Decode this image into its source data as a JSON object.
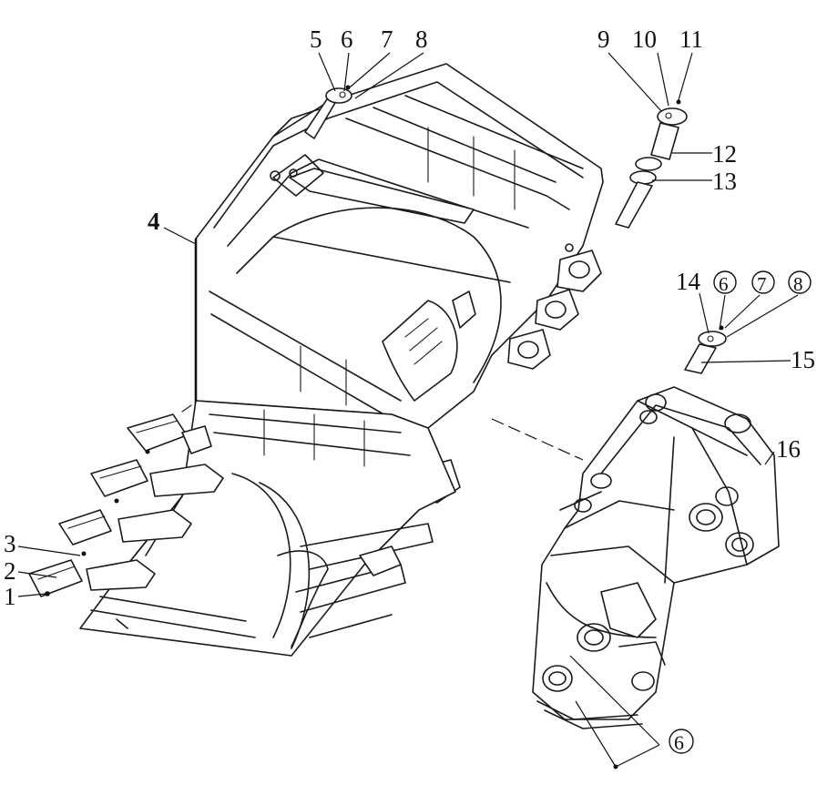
{
  "callouts": [
    {
      "id": "c1",
      "text": "1"
    },
    {
      "id": "c2",
      "text": "2"
    },
    {
      "id": "c3",
      "text": "3"
    },
    {
      "id": "c4",
      "text": "4"
    },
    {
      "id": "c5",
      "text": "5"
    },
    {
      "id": "c6",
      "text": "6"
    },
    {
      "id": "c7",
      "text": "7"
    },
    {
      "id": "c8",
      "text": "8"
    },
    {
      "id": "c9",
      "text": "9"
    },
    {
      "id": "c10",
      "text": "10"
    },
    {
      "id": "c11",
      "text": "11"
    },
    {
      "id": "c12",
      "text": "12"
    },
    {
      "id": "c13",
      "text": "13"
    },
    {
      "id": "c14",
      "text": "14"
    },
    {
      "id": "c6b",
      "text": "6"
    },
    {
      "id": "c7b",
      "text": "7"
    },
    {
      "id": "c8b",
      "text": "8"
    },
    {
      "id": "c15",
      "text": "15"
    },
    {
      "id": "c16",
      "text": "16"
    },
    {
      "id": "c6c",
      "text": "6"
    }
  ]
}
